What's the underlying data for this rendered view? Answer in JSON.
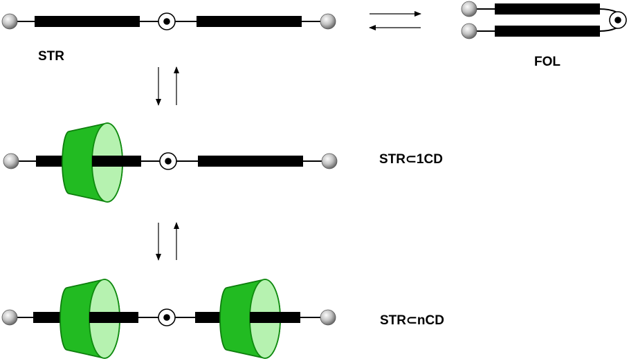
{
  "labels": {
    "str": "STR",
    "fol": "FOL",
    "str_1cd": "STR⊂1CD",
    "str_ncd": "STR⊂nCD"
  },
  "colors": {
    "rod": "#000000",
    "stopper_light": "#f4f4f4",
    "stopper_dark": "#6e6e6e",
    "cd_outer": "#22bb22",
    "cd_outer_stroke": "#0d7d0d",
    "cd_rim": "#b6f2b0",
    "cd_rim_stroke": "#0f8a0f"
  }
}
